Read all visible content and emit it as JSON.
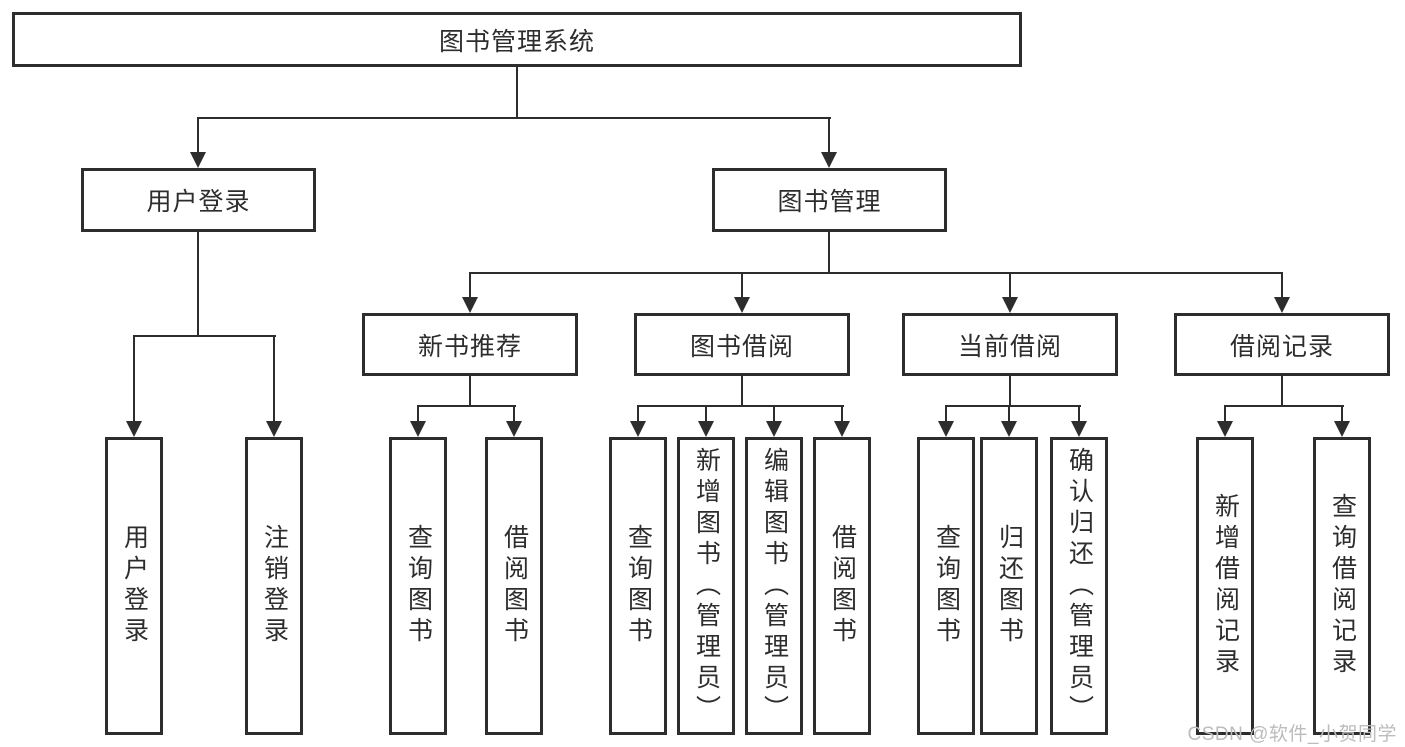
{
  "diagram": {
    "title": "图书管理系统",
    "level2": {
      "user_login": "用户登录",
      "book_management": "图书管理"
    },
    "level3": {
      "new_book_recommend": "新书推荐",
      "book_borrowing": "图书借阅",
      "current_borrowing": "当前借阅",
      "borrowing_records": "借阅记录"
    },
    "leaves": {
      "user_login": [
        "用户登录",
        "注销登录"
      ],
      "new_book_recommend": [
        "查询图书",
        "借阅图书"
      ],
      "book_borrowing": [
        "查询图书",
        "新增图书（管理员）",
        "编辑图书（管理员）",
        "借阅图书"
      ],
      "current_borrowing": [
        "查询图书",
        "归还图书",
        "确认归还（管理员）"
      ],
      "borrowing_records": [
        "新增借阅记录",
        "查询借阅记录"
      ]
    },
    "watermark": "CSDN @软件_小贺同学",
    "colors": {
      "line": "#2d2d2d",
      "text": "#2d2d2d",
      "background": "#ffffff",
      "watermark_color": "#bcbcbc"
    }
  }
}
